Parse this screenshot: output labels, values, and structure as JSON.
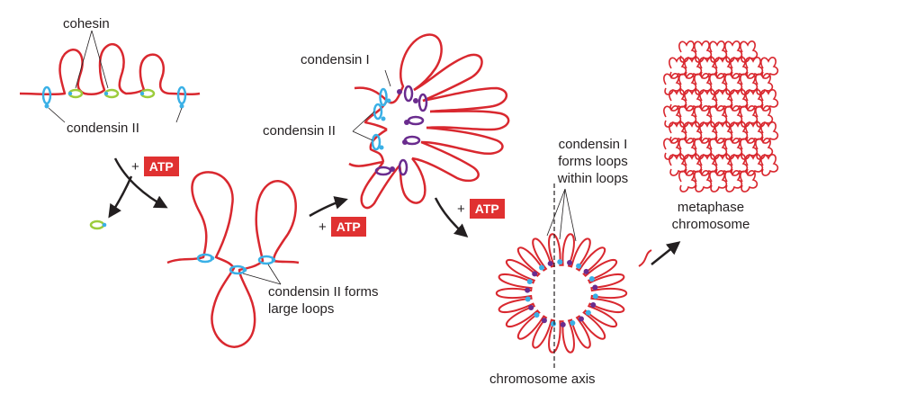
{
  "labels": {
    "cohesin": "cohesin",
    "condensin_ii_top": "condensin II",
    "condensin_i_mid": "condensin I",
    "condensin_ii_mid": "condensin II",
    "condensin_ii_forms": "condensin II forms",
    "large_loops": "large loops",
    "condensin_i_forms_1": "condensin I",
    "condensin_i_forms_2": "forms loops",
    "condensin_i_forms_3": "within loops",
    "metaphase_1": "metaphase",
    "metaphase_2": "chromosome",
    "chromosome_axis": "chromosome axis"
  },
  "reagent": {
    "plus": "+",
    "atp": "ATP"
  },
  "colors": {
    "dna": "#d9282f",
    "condensin_ii": "#3ab0e6",
    "condensin_i": "#6a2c8e",
    "cohesin": "#9ccc3c",
    "atp_bg": "#e03131",
    "arrow": "#231f20"
  }
}
